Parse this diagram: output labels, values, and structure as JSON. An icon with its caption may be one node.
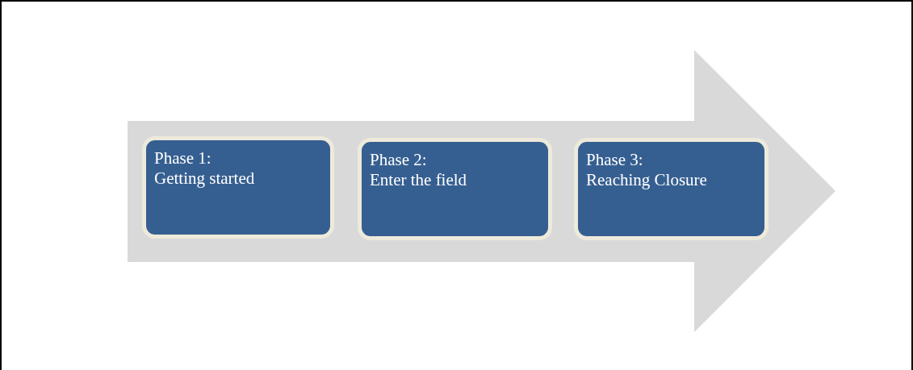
{
  "diagram": {
    "nodes": [
      {
        "text": [],
        "shape": "arrow"
      },
      {
        "text": [
          "Phase 1:",
          "Getting started"
        ],
        "in": 0
      },
      {
        "text": [
          "Phase 2:",
          "Enter the field"
        ],
        "in": 0
      },
      {
        "text": [
          "Phase 3:",
          "Reaching Closure"
        ],
        "in": 0
      }
    ],
    "edges": []
  }
}
